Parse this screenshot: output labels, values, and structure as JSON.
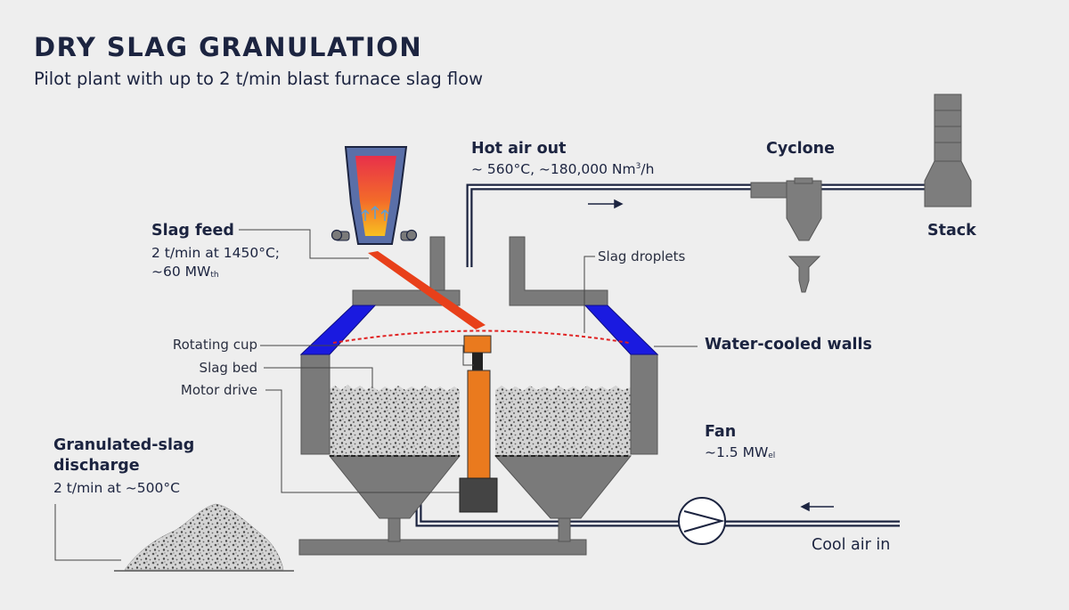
{
  "header": {
    "title": "DRY SLAG GRANULATION",
    "subtitle": "Pilot plant with up to 2 t/min blast furnace slag flow"
  },
  "labels": {
    "hot_air_out": {
      "title": "Hot air out",
      "detail": "~ 560°C, ~180,000 Nm",
      "detail_sup": "3",
      "detail_tail": "/h"
    },
    "cyclone": "Cyclone",
    "stack": "Stack",
    "slag_feed": {
      "title": "Slag feed",
      "line1": "2 t/min at 1450°C;",
      "line2": "~60 MW",
      "line2_sub": "th"
    },
    "slag_droplets": "Slag droplets",
    "rotating_cup": "Rotating cup",
    "slag_bed": "Slag bed",
    "motor_drive": "Motor drive",
    "water_cooled_walls": "Water-cooled walls",
    "fan": {
      "title": "Fan",
      "detail": "~1.5 MW",
      "detail_sub": "el"
    },
    "discharge": {
      "title_line1": "Granulated-slag",
      "title_line2": "discharge",
      "detail": "2 t/min at ~500°C"
    },
    "cool_air_in": "Cool air in"
  },
  "colors": {
    "text": "#1c2440",
    "vessel_gray": "#7a7a7a",
    "water_cooled_blue": "#1a1ae0",
    "cup_orange": "#ea7a1e",
    "slag_stream_red": "#e8401a",
    "droplets_red": "#e02020",
    "duct_navy": "#1c2440",
    "ladle_blue": "#5a6fa8"
  }
}
